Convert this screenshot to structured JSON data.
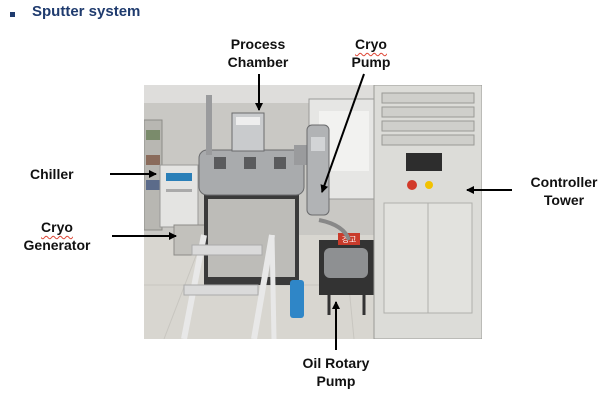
{
  "heading": "Sputter system",
  "labels": {
    "process_chamber": [
      "Process",
      "Chamber"
    ],
    "cryo_pump": [
      "Cryo",
      "Pump"
    ],
    "chiller": "Chiller",
    "cryo_generator": [
      "Cryo",
      "Generator"
    ],
    "controller_tower": [
      "Controller",
      "Tower"
    ],
    "oil_rotary_pump": [
      "Oil Rotary",
      "Pump"
    ]
  },
  "photo_signs": {
    "warning_sign": "경고"
  }
}
